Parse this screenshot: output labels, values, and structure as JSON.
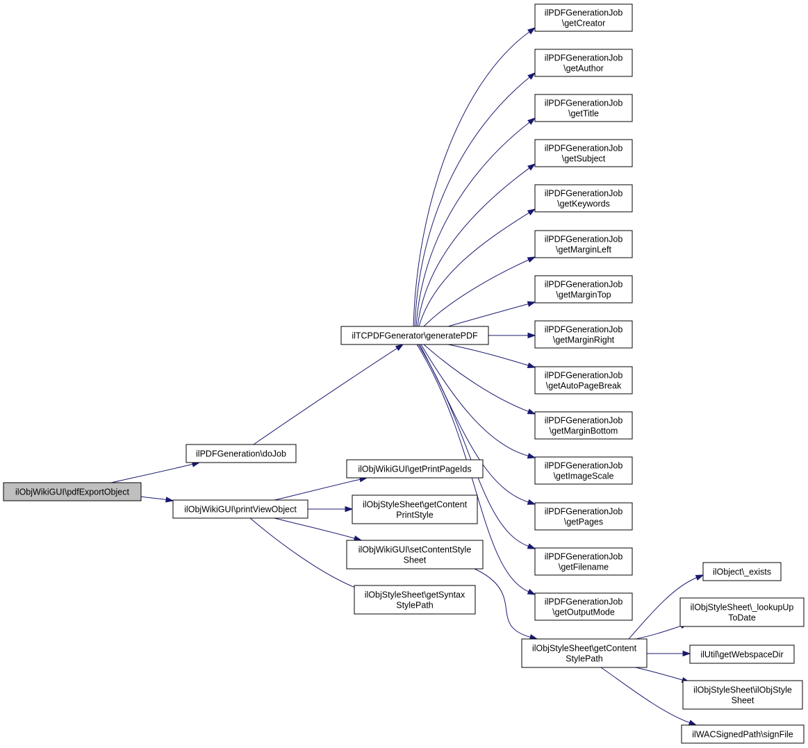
{
  "nodes": {
    "pdfExportObject": [
      "ilObjWikiGUI\\pdfExportObject"
    ],
    "doJob": [
      "ilPDFGeneration\\doJob"
    ],
    "printViewObject": [
      "ilObjWikiGUI\\printViewObject"
    ],
    "generatePDF": [
      "ilTCPDFGenerator\\generatePDF"
    ],
    "getCreator": [
      "ilPDFGenerationJob",
      "\\getCreator"
    ],
    "getAuthor": [
      "ilPDFGenerationJob",
      "\\getAuthor"
    ],
    "getTitle": [
      "ilPDFGenerationJob",
      "\\getTitle"
    ],
    "getSubject": [
      "ilPDFGenerationJob",
      "\\getSubject"
    ],
    "getKeywords": [
      "ilPDFGenerationJob",
      "\\getKeywords"
    ],
    "getMarginLeft": [
      "ilPDFGenerationJob",
      "\\getMarginLeft"
    ],
    "getMarginTop": [
      "ilPDFGenerationJob",
      "\\getMarginTop"
    ],
    "getMarginRight": [
      "ilPDFGenerationJob",
      "\\getMarginRight"
    ],
    "getAutoPageBreak": [
      "ilPDFGenerationJob",
      "\\getAutoPageBreak"
    ],
    "getMarginBottom": [
      "ilPDFGenerationJob",
      "\\getMarginBottom"
    ],
    "getImageScale": [
      "ilPDFGenerationJob",
      "\\getImageScale"
    ],
    "getPages": [
      "ilPDFGenerationJob",
      "\\getPages"
    ],
    "getFilename": [
      "ilPDFGenerationJob",
      "\\getFilename"
    ],
    "getOutputMode": [
      "ilPDFGenerationJob",
      "\\getOutputMode"
    ],
    "getPrintPageIds": [
      "ilObjWikiGUI\\getPrintPageIds"
    ],
    "getContentPrintStyle": [
      "ilObjStyleSheet\\getContent",
      "PrintStyle"
    ],
    "setContentStyleSheet": [
      "ilObjWikiGUI\\setContentStyle",
      "Sheet"
    ],
    "getSyntaxStylePath": [
      "ilObjStyleSheet\\getSyntax",
      "StylePath"
    ],
    "getContentStylePath": [
      "ilObjStyleSheet\\getContent",
      "StylePath"
    ],
    "exists": [
      "ilObject\\_exists"
    ],
    "lookupUpToDate": [
      "ilObjStyleSheet\\_lookupUp",
      "ToDate"
    ],
    "getWebspaceDir": [
      "ilUtil\\getWebspaceDir"
    ],
    "ilObjStyleSheet": [
      "ilObjStyleSheet\\ilObjStyle",
      "Sheet"
    ],
    "signFile": [
      "ilWACSignedPath\\signFile"
    ]
  },
  "root": "pdfExportObject",
  "edges": [
    [
      "pdfExportObject",
      "doJob"
    ],
    [
      "pdfExportObject",
      "printViewObject"
    ],
    [
      "doJob",
      "generatePDF"
    ],
    [
      "generatePDF",
      "getCreator"
    ],
    [
      "generatePDF",
      "getAuthor"
    ],
    [
      "generatePDF",
      "getTitle"
    ],
    [
      "generatePDF",
      "getSubject"
    ],
    [
      "generatePDF",
      "getKeywords"
    ],
    [
      "generatePDF",
      "getMarginLeft"
    ],
    [
      "generatePDF",
      "getMarginTop"
    ],
    [
      "generatePDF",
      "getMarginRight"
    ],
    [
      "generatePDF",
      "getAutoPageBreak"
    ],
    [
      "generatePDF",
      "getMarginBottom"
    ],
    [
      "generatePDF",
      "getImageScale"
    ],
    [
      "generatePDF",
      "getPages"
    ],
    [
      "generatePDF",
      "getFilename"
    ],
    [
      "generatePDF",
      "getOutputMode"
    ],
    [
      "printViewObject",
      "getPrintPageIds"
    ],
    [
      "printViewObject",
      "getContentPrintStyle"
    ],
    [
      "printViewObject",
      "setContentStyleSheet"
    ],
    [
      "printViewObject",
      "getSyntaxStylePath"
    ],
    [
      "setContentStyleSheet",
      "getContentStylePath"
    ],
    [
      "getContentStylePath",
      "exists"
    ],
    [
      "getContentStylePath",
      "lookupUpToDate"
    ],
    [
      "getContentStylePath",
      "getWebspaceDir"
    ],
    [
      "getContentStylePath",
      "ilObjStyleSheet"
    ],
    [
      "getContentStylePath",
      "signFile"
    ]
  ],
  "colors": {
    "edge": "#191970",
    "root_fill": "#bfbfbf",
    "node_fill": "#ffffff",
    "node_stroke": "#000000"
  }
}
